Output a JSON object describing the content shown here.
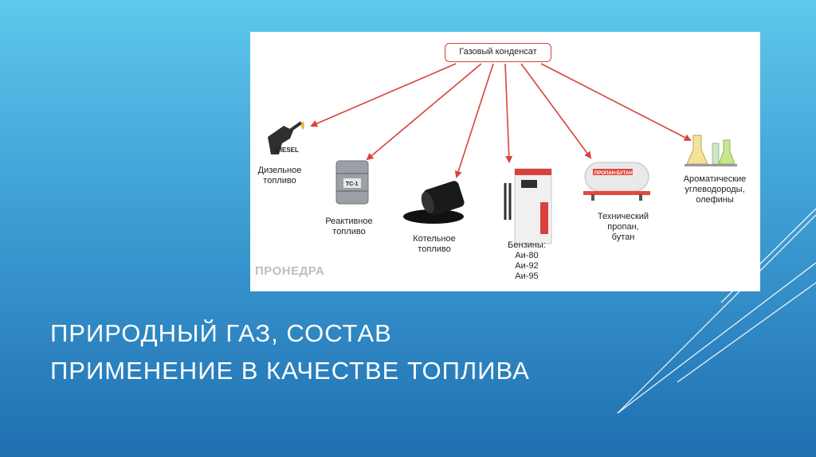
{
  "slide": {
    "title_lines": [
      "ПРИРОДНЫЙ ГАЗ, СОСТАВ",
      "ПРИМЕНЕНИЕ В КАЧЕСТВЕ ТОПЛИВА"
    ]
  },
  "diagram": {
    "root": "Газовый конденсат",
    "watermark": "ПРОНЕДРА",
    "nodes": [
      {
        "id": "diesel",
        "label": "Дизельное\nтопливо",
        "icon": "fuel-nozzle-icon",
        "icon_text": "DIESEL"
      },
      {
        "id": "jet",
        "label": "Реактивное\nтопливо",
        "icon": "fuel-barrel-icon",
        "icon_text": "ТС-1"
      },
      {
        "id": "boiler",
        "label": "Котельное\nтопливо",
        "icon": "spilled-oil-barrel-icon"
      },
      {
        "id": "gasoline",
        "label": "Бензины:\nАи-80\nАи-92\nАи-95",
        "icon": "fuel-dispenser-icon"
      },
      {
        "id": "propane",
        "label": "Технический\nпропан,\nбутан",
        "icon": "gas-tank-icon",
        "icon_text": "ПРОПАН-БУТАН"
      },
      {
        "id": "aromatics",
        "label": "Ароматические\nуглеводороды,\nолефины",
        "icon": "lab-flasks-icon"
      }
    ]
  },
  "colors": {
    "arrow": "#d9423c",
    "title": "#ffffff",
    "background_top": "#5ec8ec",
    "background_bottom": "#1f6fb1"
  }
}
